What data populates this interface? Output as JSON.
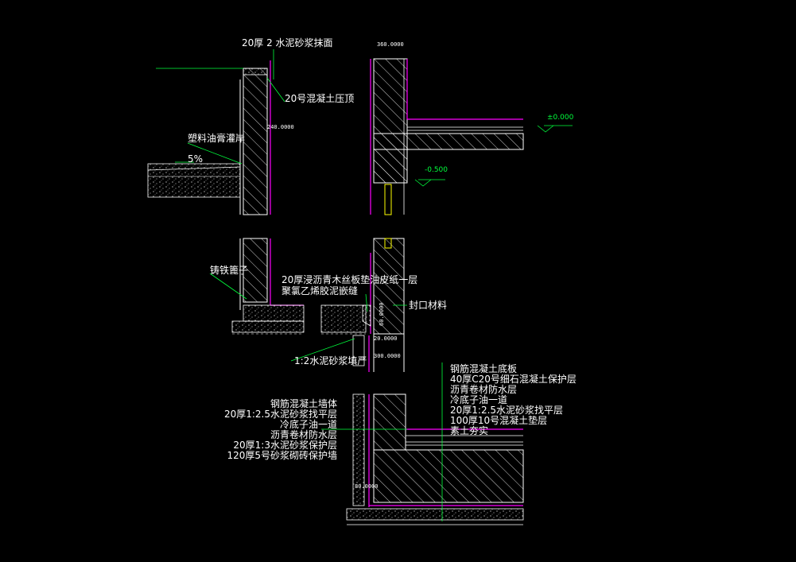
{
  "colors": {
    "background": "#000000",
    "wall_line": "#ffffff",
    "membrane": "#ff00ff",
    "leader": "#00ff3c",
    "hatch": "#ffffff",
    "drain_pipe": "#ffff00"
  },
  "labels": {
    "parapet_plaster": "20厚 2 水泥砂浆抹面",
    "parapet_coping": "20号混凝土压顶",
    "sealant": "塑料油膏灌岸",
    "slope": "5%",
    "grate": "铸铁篦子",
    "joint_board": "20厚浸沥青木丝板垫油皮纸一层",
    "joint_pvc": "聚氯乙烯胶泥嵌缝",
    "seal_material": "封口材料",
    "mortar_fill": "1:2水泥砂浆填严"
  },
  "wall_layers": [
    "钢筋混凝土墙体",
    "20厚1:2.5水泥砂浆找平层",
    "冷底子油一道",
    "沥青卷材防水层",
    "20厚1:3水泥砂浆保护层",
    "120厚5号砂浆砌砖保护墙"
  ],
  "floor_layers": [
    "钢筋混凝土底板",
    "40厚C20号细石混凝土保护层",
    "沥青卷材防水层",
    "冷底子油一道",
    "20厚1:2.5水泥砂浆找平层",
    "100厚10号混凝土垫层",
    "素土夯实"
  ],
  "elevations": {
    "ground": "±0.000",
    "basement": "-0.500"
  },
  "dimensions": {
    "wall_top": "360.0000",
    "parapet": "240.0000",
    "d60": "60.0000",
    "d20": "20.0000",
    "d300": "300.0000",
    "bottom": "80.0000"
  }
}
